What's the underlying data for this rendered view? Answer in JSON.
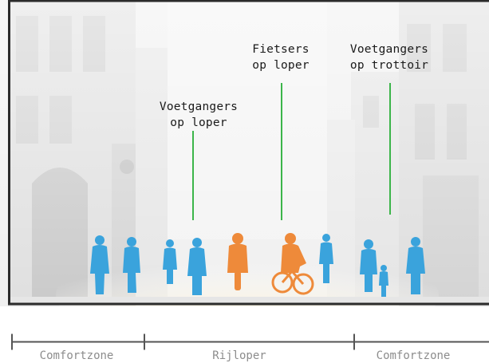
{
  "callouts": [
    {
      "line1": "Voetgangers",
      "line2": "op loper"
    },
    {
      "line1": "Fietsers",
      "line2": "op loper"
    },
    {
      "line1": "Voetgangers",
      "line2": "op trottoir"
    }
  ],
  "zones": [
    "Comfortzone",
    "Rijloper",
    "Comfortzone"
  ],
  "colors": {
    "pedestrian": "#3aa3dc",
    "cyclist": "#ee8a3a",
    "leader": "#3cb54a",
    "frame": "#2b2b2b",
    "road_glow": "#f6e7b8"
  }
}
